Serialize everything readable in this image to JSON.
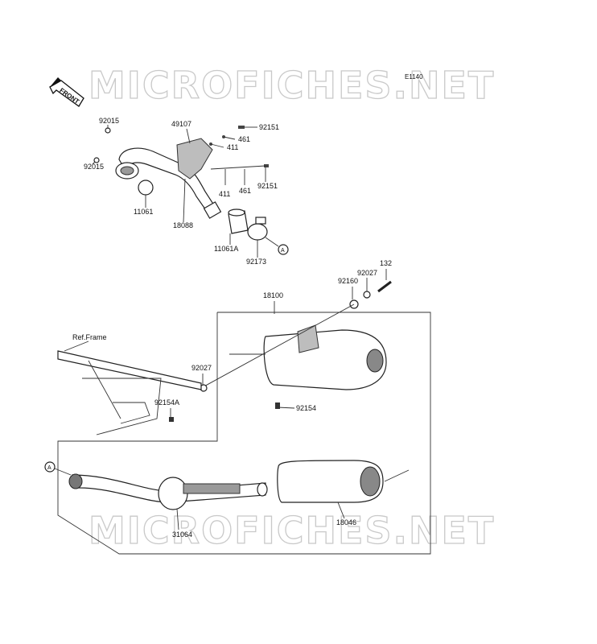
{
  "watermark_top": "MICROFICHES.NET",
  "watermark_bottom": "MICROFICHES.NET",
  "diagram_code": "E1140",
  "front_arrow_label": "FRONT",
  "ref_frame_label": "Ref.Frame",
  "callout_letter": "A",
  "part_labels": {
    "p92015_top": "92015",
    "p92015_left": "92015",
    "p11061": "11061",
    "p18088": "18088",
    "p49107": "49107",
    "p92151_top": "92151",
    "p461_top": "461",
    "p411_top": "411",
    "p411_bottom": "411",
    "p461_bottom": "461",
    "p92151_bottom": "92151",
    "p11061A": "11061A",
    "p92173": "92173",
    "p132": "132",
    "p92027_top": "92027",
    "p92160": "92160",
    "p18100": "18100",
    "p92027_left": "92027",
    "p92154": "92154",
    "p92154A": "92154A",
    "p31064": "31064",
    "p18046": "18046"
  }
}
